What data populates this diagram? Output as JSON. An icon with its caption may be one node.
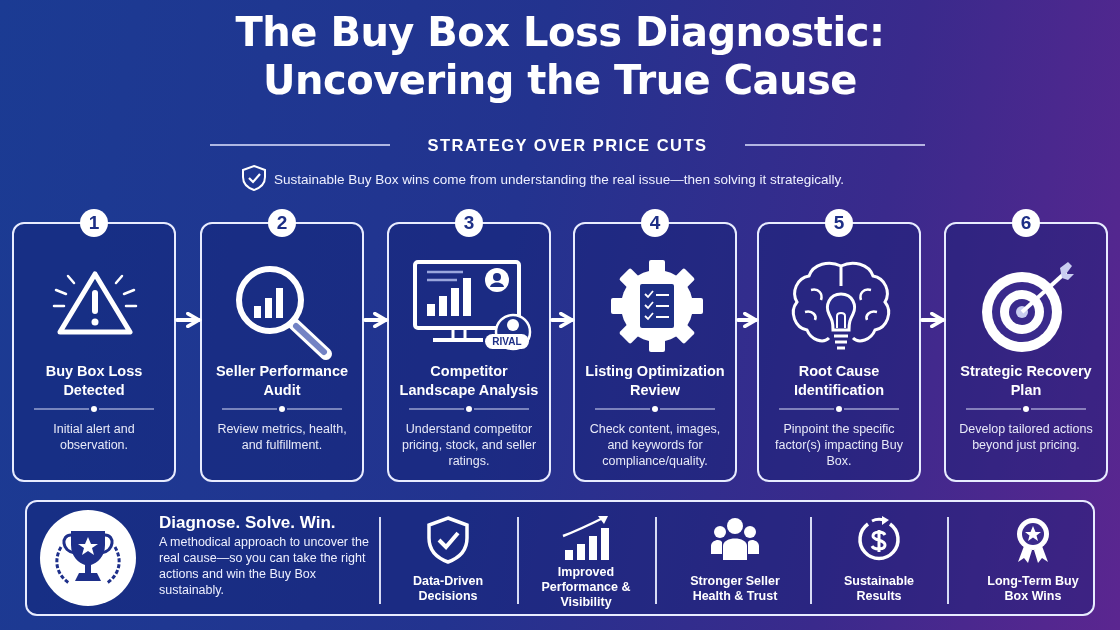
{
  "diagram": {
    "title": "The Buy Box Loss Diagnostic: Uncovering the True Cause",
    "nodes": [
      {
        "text": [
          "1",
          "Buy Box Loss Detected",
          "Initial alert and observation."
        ]
      },
      {
        "text": [
          "2",
          "Seller Performance Audit",
          "Review metrics, health, and fulfillment."
        ]
      },
      {
        "text": [
          "3",
          "Competitor Landscape Analysis",
          "Understand competitor pricing, stock, and seller ratings."
        ]
      },
      {
        "text": [
          "4",
          "Listing Optimization Review",
          "Check content, images, and keywords for compliance/quality."
        ]
      },
      {
        "text": [
          "5",
          "Root Cause Identification",
          "Pinpoint the specific factor(s) impacting Buy Box."
        ]
      },
      {
        "text": [
          "6",
          "Strategic Recovery Plan",
          "Develop tailored actions beyond just pricing."
        ]
      },
      {
        "text": [
          "Diagnose. Solve. Win.",
          "A methodical approach to uncover the real cause—so you can take the right actions and win the Buy Box sustainably."
        ]
      }
    ],
    "edges": [
      {
        "from": 0,
        "to": 1,
        "arrow": "to"
      },
      {
        "from": 1,
        "to": 2,
        "arrow": "to"
      },
      {
        "from": 2,
        "to": 3,
        "arrow": "to"
      },
      {
        "from": 3,
        "to": 4,
        "arrow": "to"
      },
      {
        "from": 4,
        "to": 5,
        "arrow": "to"
      }
    ],
    "labels": [
      "STRATEGY OVER PRICE CUTS",
      "Sustainable Buy Box wins come from understanding the real issue—then solving it strategically.",
      "RIVAL",
      "Data-Driven Decisions",
      "Improved Performance & Visibility",
      "Stronger Seller Health & Trust",
      "Sustainable Results",
      "Long-Term Buy Box Wins"
    ]
  }
}
